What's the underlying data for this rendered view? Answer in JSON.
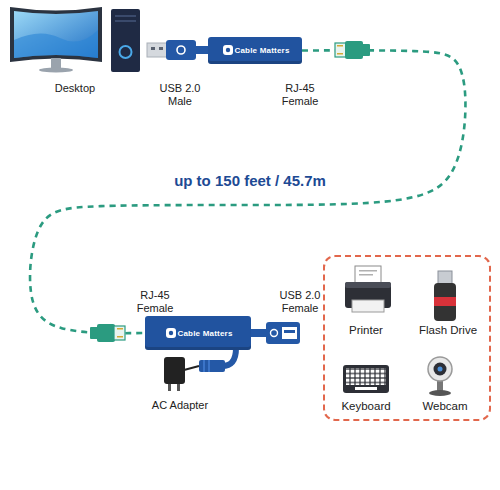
{
  "diagram": {
    "nodes": [
      {
        "text": [
          "Cable Matters"
        ]
      },
      {
        "text": [
          "Cable Matters"
        ]
      },
      {
        "text": [
          "Printer",
          "Flash Drive",
          "Keyboard",
          "Webcam"
        ]
      }
    ],
    "edges": [
      {
        "from": 0,
        "to": 1,
        "label": "up to 150 feet / 45.7m",
        "arrow": "none"
      }
    ],
    "labels": [
      "Desktop",
      "USB 2.0 Male",
      "RJ-45 Female",
      "RJ-45 Female",
      "USB 2.0 Female",
      "AC Adapter"
    ]
  }
}
